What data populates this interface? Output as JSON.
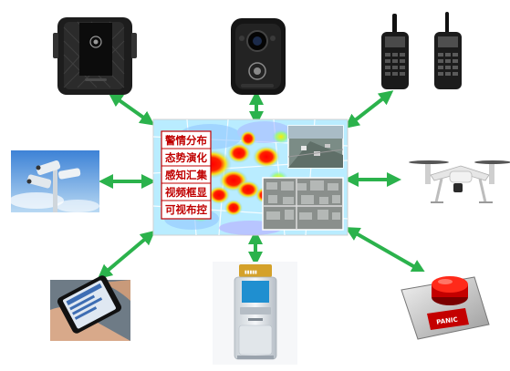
{
  "center": {
    "menu": [
      "警情分布",
      "态势演化",
      "感知汇集",
      "视频框显",
      "可视布控"
    ]
  },
  "devices": {
    "panic_button": {
      "label": "PANIC"
    }
  },
  "colors": {
    "arrow": "#2bb24c",
    "menu_text": "#c00000",
    "heat_hot": "#e8001c",
    "heat_warm": "#f5e000",
    "heat_cool": "#6fd3ff"
  }
}
